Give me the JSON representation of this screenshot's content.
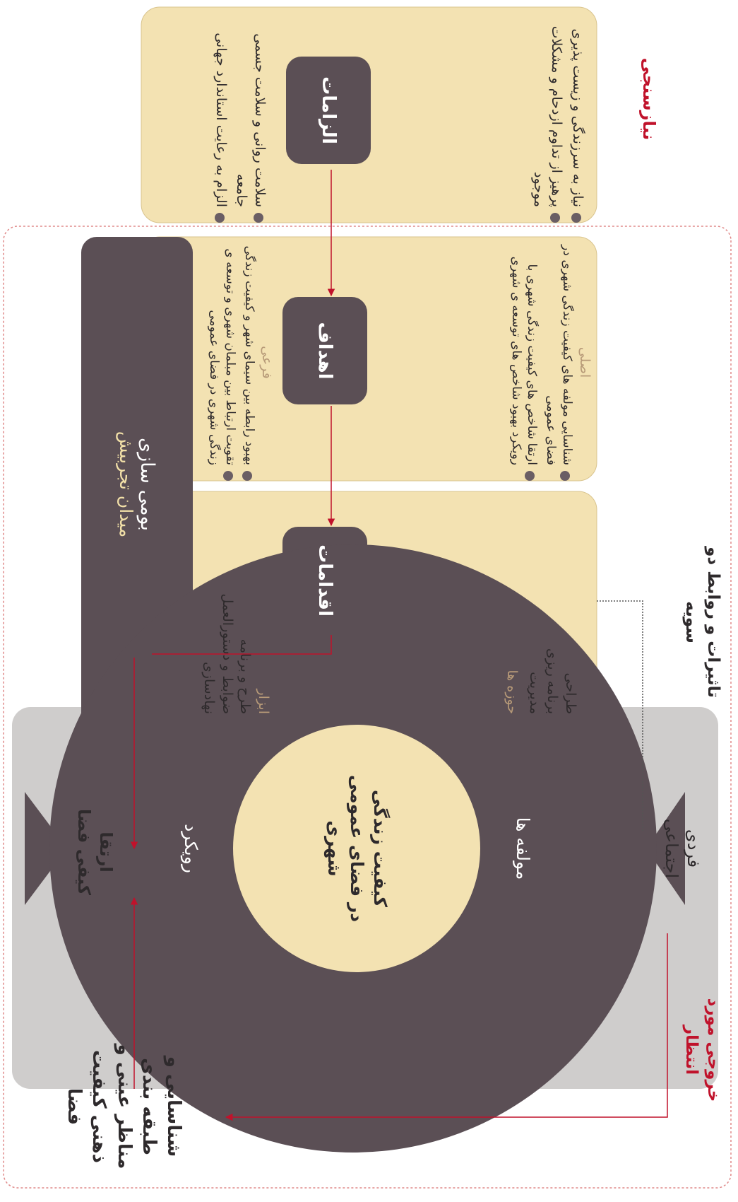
{
  "section_labels": {
    "needs_assessment": "نیازسنجی",
    "expected_output": "خروجی مورد انتظار",
    "two_way_effects": "تاثیرات و روابط دو سویه"
  },
  "requirements": {
    "title": "الزامات",
    "items": [
      "نیاز به سرزندگی و زیست پذیری",
      "پرهیز از تداوم ازدحام و مشکلات موجود",
      "سلامت روانی و سلامت جسمی جامعه",
      "الزام به رعایت استاندارد جهانی"
    ]
  },
  "goals": {
    "title": "اهداف",
    "main_label": "اصلی",
    "main_items": [
      "شناسایی مولفه های کیفیت زندگی شهری در فضای عمومی",
      "ارتقا شاخص های کیفیت زندگی شهری با رویکرد بهبود شاخص های توسعه ی شهری"
    ],
    "sub_label": "فرعی",
    "sub_items": [
      "بهبود رابطه بین سیمای شهر و کیفیت زندگی",
      "تقویت ارتباط بین مبلمان شهری و توسعه ی زندگی شهری در فضای عمومی"
    ]
  },
  "actions": {
    "title": "اقدامات",
    "areas_label": "حوزه ها",
    "areas": [
      "طراحی",
      "برنامه ریزی",
      "مدیریت"
    ],
    "tools_label": "ابزار",
    "tools": [
      "طرح و برنامه",
      "ضوابط و دستورالعمل",
      "نهادسازی"
    ]
  },
  "localization": {
    "title": "بومی سازی",
    "subtitle": "میدان تجربیش"
  },
  "center": {
    "core": [
      "کیفیت زندگی",
      "در فضای عمومی",
      "شهری"
    ],
    "components": "مولفه ها",
    "approach": "رویکرد",
    "right_label": [
      "فردی",
      "اجتماعی"
    ],
    "left_label": [
      "ارتقا",
      "کیفی فضا"
    ]
  },
  "output": [
    "شناسایی و",
    "طبقه بندی",
    "مناظر عینی و",
    "ذهنی کیفیت",
    "فضا"
  ],
  "colors": {
    "cream": "#f3e2b2",
    "dark": "#5b4f55",
    "gray_band": "#cfcdcc",
    "red": "#c0122b"
  }
}
